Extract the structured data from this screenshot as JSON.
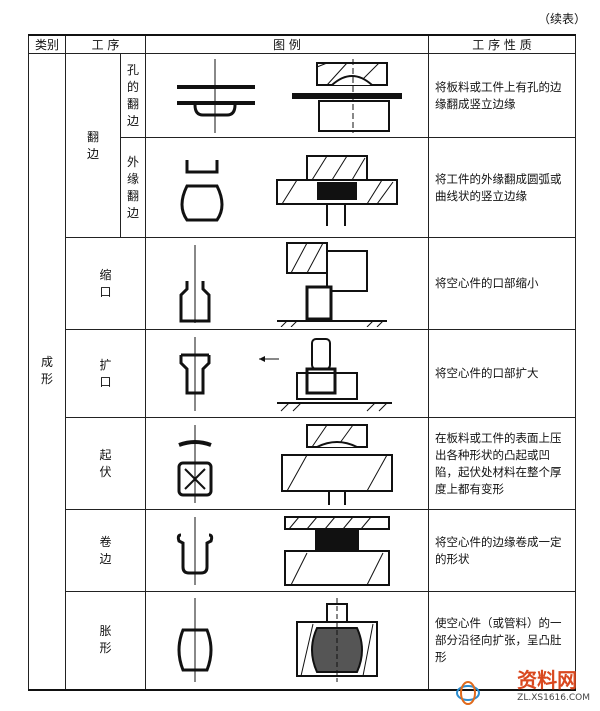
{
  "continued_label": "（续表）",
  "headers": {
    "category": "类别",
    "process": "工  序",
    "diagram": "图    例",
    "nature": "工 序 性 质"
  },
  "category_label": [
    "成",
    "形"
  ],
  "group_flanging": [
    "翻",
    "边"
  ],
  "rows": [
    {
      "sub": [
        "孔",
        "的",
        "翻",
        "边"
      ],
      "desc": "将板料或工件上有孔的边缘翻成竖立边缘"
    },
    {
      "sub": [
        "外",
        "缘",
        "翻",
        "边"
      ],
      "desc": "将工件的外缘翻成圆弧或曲线状的竖立边缘"
    },
    {
      "name": [
        "缩",
        "口"
      ],
      "desc": "将空心件的口部缩小"
    },
    {
      "name": [
        "扩",
        "口"
      ],
      "desc": "将空心件的口部扩大"
    },
    {
      "name": [
        "起",
        "伏"
      ],
      "desc": "在板料或工件的表面上压出各种形状的凸起或凹陷，起伏处材料在整个厚度上都有变形"
    },
    {
      "name": [
        "卷",
        "边"
      ],
      "desc": "将空心件的边缘卷成一定的形状"
    },
    {
      "name": [
        "胀",
        "形"
      ],
      "desc": "使空心件（或管料）的一部分沿径向扩张，呈凸肚形"
    }
  ],
  "watermark": {
    "title": "资料网",
    "url": "ZL.XS1616.COM"
  }
}
